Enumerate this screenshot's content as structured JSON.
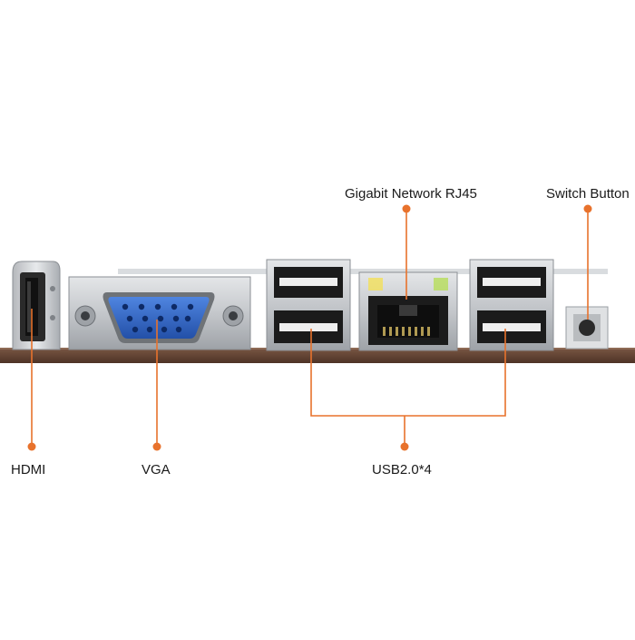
{
  "labels": {
    "hdmi": "HDMI",
    "vga": "VGA",
    "usb": "USB2.0*4",
    "rj45": "Gigabit Network RJ45",
    "switch": "Switch Button"
  },
  "colors": {
    "callout": "#e8722c",
    "pcb": "#6b4a38",
    "metal": "#c9ccd0",
    "vga_blue": "#2f63c6",
    "background": "#ffffff"
  }
}
